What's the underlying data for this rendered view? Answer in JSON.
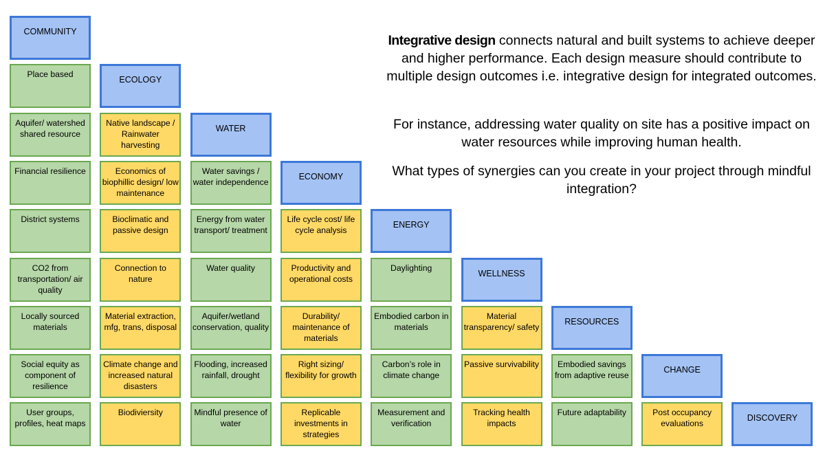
{
  "intro": {
    "p1_lead": "Integrative design",
    "p1_rest": "  connects natural and built systems to achieve deeper and higher performance. Each design measure should contribute to multiple design outcomes i.e. integrative design for integrated outcomes.",
    "p2": "For instance, addressing water quality on site has a positive impact on water resources while improving human health.",
    "p3": "What types of synergies can you create in your project through mindful integration?"
  },
  "colors": {
    "header_fill": "#a4c2f4",
    "header_border": "#3c78d8",
    "green": "#b6d7a8",
    "yellow": "#ffd966",
    "cell_border": "#6aa84f"
  },
  "columns": [
    {
      "header": "COMMUNITY",
      "cells": [
        {
          "text": "Place based",
          "color": "green"
        },
        {
          "text": "Aquifer/ watershed shared resource",
          "color": "green"
        },
        {
          "text": "Financial resilience",
          "color": "green"
        },
        {
          "text": "District systems",
          "color": "green"
        },
        {
          "text": "CO2 from transportation/ air quality",
          "color": "green"
        },
        {
          "text": "Locally sourced materials",
          "color": "green"
        },
        {
          "text": "Social equity as component of resilience",
          "color": "green"
        },
        {
          "text": "User groups, profiles, heat maps",
          "color": "green"
        }
      ]
    },
    {
      "header": "ECOLOGY",
      "cells": [
        {
          "text": "Native landscape / Rainwater harvesting",
          "color": "yellow"
        },
        {
          "text": "Economics of biophillic design/ low maintenance",
          "color": "yellow"
        },
        {
          "text": "Bioclimatic and passive design",
          "color": "yellow"
        },
        {
          "text": "Connection to nature",
          "color": "yellow"
        },
        {
          "text": "Material extraction, mfg, trans, disposal",
          "color": "yellow"
        },
        {
          "text": "Climate change and increased natural disasters",
          "color": "yellow"
        },
        {
          "text": "Biodiviersity",
          "color": "yellow"
        }
      ]
    },
    {
      "header": "WATER",
      "cells": [
        {
          "text": "Water savings / water independence",
          "color": "green"
        },
        {
          "text": "Energy from water transport/ treatment",
          "color": "green"
        },
        {
          "text": "Water quality",
          "color": "green"
        },
        {
          "text": "Aquifer/wetland conservation, quality",
          "color": "green"
        },
        {
          "text": "Flooding, increased rainfall, drought",
          "color": "green"
        },
        {
          "text": "Mindful presence of water",
          "color": "green"
        }
      ]
    },
    {
      "header": "ECONOMY",
      "cells": [
        {
          "text": "Life cycle cost/ life cycle analysis",
          "color": "yellow"
        },
        {
          "text": "Productivity and operational costs",
          "color": "yellow"
        },
        {
          "text": "Durability/ maintenance of materials",
          "color": "yellow"
        },
        {
          "text": "Right sizing/ flexibility for growth",
          "color": "yellow"
        },
        {
          "text": "Replicable investments in strategies",
          "color": "yellow"
        }
      ]
    },
    {
      "header": "ENERGY",
      "cells": [
        {
          "text": "Daylighting",
          "color": "green"
        },
        {
          "text": "Embodied carbon in materials",
          "color": "green"
        },
        {
          "text": "Carbon’s role in climate change",
          "color": "green"
        },
        {
          "text": "Measurement and verification",
          "color": "green"
        }
      ]
    },
    {
      "header": "WELLNESS",
      "cells": [
        {
          "text": "Material transparency/ safety",
          "color": "yellow"
        },
        {
          "text": "Passive survivability",
          "color": "yellow"
        },
        {
          "text": "Tracking health impacts",
          "color": "yellow"
        }
      ]
    },
    {
      "header": "RESOURCES",
      "cells": [
        {
          "text": "Embodied savings from adaptive reuse",
          "color": "green"
        },
        {
          "text": "Future adaptability",
          "color": "green"
        }
      ]
    },
    {
      "header": "CHANGE",
      "cells": [
        {
          "text": "Post occupancy evaluations",
          "color": "yellow"
        }
      ]
    },
    {
      "header": "DISCOVERY",
      "cells": []
    }
  ]
}
